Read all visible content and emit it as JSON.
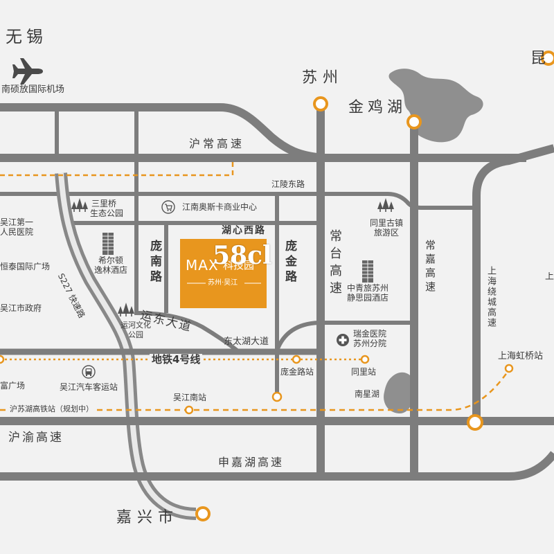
{
  "colors": {
    "background": "#f2f2f2",
    "road": "#7d7d7d",
    "accent": "#e8961e",
    "lake": "#8f8f8f",
    "text": "#3a3a3a"
  },
  "icons": {
    "airport": "airplane-icon",
    "park": "tree-icon",
    "mall": "shopping-cart-icon",
    "hotel": "building-icon",
    "hospital": "medical-cross-icon",
    "bus_station": "bus-icon"
  },
  "places": {
    "wuxi": "无锡",
    "airport": "南硕放国际机场",
    "suzhou": "苏州",
    "jinjihu": "金鸡湖",
    "kunshan": "昆",
    "jiaxing": "嘉兴市"
  },
  "roads": {
    "huchang": "沪常高速",
    "jiangling_east": "江陵东路",
    "huxin_west": "湖心西路",
    "pangnan": "庞南路",
    "pangjin": "庞金路",
    "changtai": "常台高速",
    "changjia": "常嘉高速",
    "s227": "S227 快速路",
    "yundong": "运东大道",
    "dongtaihu": "东太湖大道",
    "shanghai_ring": "上海绕城高速",
    "right_edge": "上",
    "huyu": "沪渝高速",
    "shenjiahu": "申嘉湖高速"
  },
  "landmarks": {
    "sanliqiao": [
      "三里桥",
      "生态公园"
    ],
    "oscar": "江南奥斯卡商业中心",
    "tongli": [
      "同里古镇",
      "旅游区"
    ],
    "hospital_first": [
      "吴江第一",
      "人民医院"
    ],
    "hilton": [
      "希尔顿",
      "逸林酒店"
    ],
    "hengtai": "恒泰国际广场",
    "cyts_hotel": [
      "中青旅苏州",
      "静思园酒店"
    ],
    "government": "吴江市政府",
    "canal_park": [
      "运河文化",
      "公园"
    ],
    "ruijin": [
      "瑞金医院",
      "苏州分院"
    ],
    "fu_plaza": "富广场",
    "bus_station": "吴江汽车客运站",
    "nanxinghu": "南星湖"
  },
  "transit": {
    "metro_line": "地铁4号线",
    "pangjin_station": "庞金路站",
    "tongli_station": "同里站",
    "hongqiao": "上海虹桥站",
    "wujiang_south": "吴江南站",
    "hsr_station": "沪苏湖高铁站（规划中）"
  },
  "project": {
    "brand": "MAX",
    "name": "科技园",
    "location": "苏州·吴江"
  },
  "watermark": "58cl"
}
